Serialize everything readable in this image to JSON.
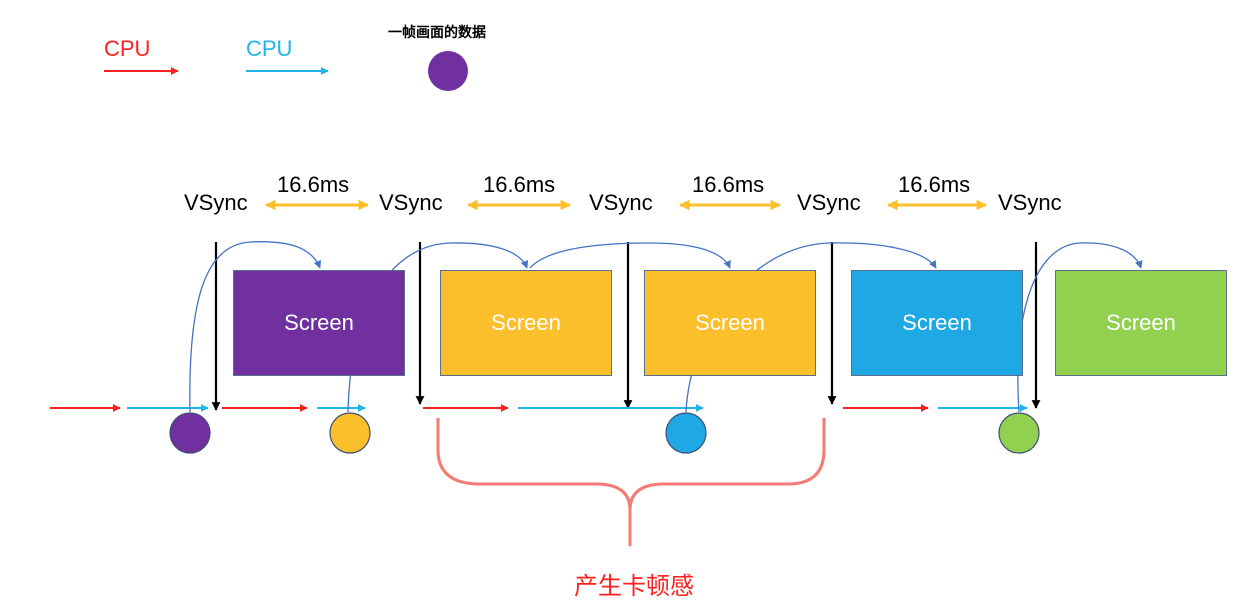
{
  "legend": {
    "cpu_red_label": "CPU",
    "cpu_blue_label": "CPU",
    "frame_label": "一帧画面的数据"
  },
  "colors": {
    "red": "#ff1f1f",
    "blue": "#1fb4ea",
    "purple": "#7030a0",
    "yellow": "#fbbf2c",
    "sky": "#1ea8e4",
    "green": "#92d050",
    "orange_interval": "#fbbf2c",
    "black": "#000000",
    "curve": "#4472c4",
    "bracket": "#f47a74"
  },
  "vsync_labels": [
    "VSync",
    "VSync",
    "VSync",
    "VSync",
    "VSync"
  ],
  "interval_labels": [
    "16.6ms",
    "16.6ms",
    "16.6ms",
    "16.6ms"
  ],
  "screens": [
    {
      "label": "Screen",
      "color": "purple"
    },
    {
      "label": "Screen",
      "color": "yellow"
    },
    {
      "label": "Screen",
      "color": "yellow"
    },
    {
      "label": "Screen",
      "color": "sky"
    },
    {
      "label": "Screen",
      "color": "green"
    }
  ],
  "frames": [
    {
      "color": "purple"
    },
    {
      "color": "yellow"
    },
    {
      "color": "sky"
    },
    {
      "color": "green"
    }
  ],
  "caption": "产生卡顿感"
}
